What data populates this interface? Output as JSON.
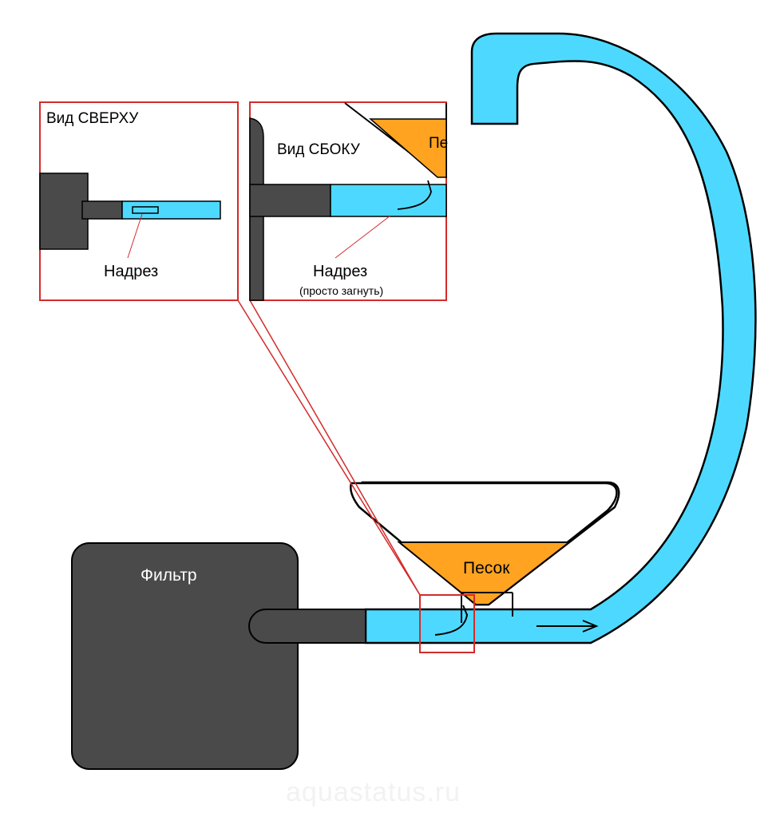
{
  "labels": {
    "filter": "Фильтр",
    "sand_main": "Песок",
    "sand_inset": "Пе",
    "top_view_title": "Вид СВЕРХУ",
    "side_view_title": "Вид СБОКУ",
    "cut_top": "Надрез",
    "cut_side": "Надрез",
    "cut_side_note": "(просто загнуть)",
    "watermark": "aquastatus.ru"
  },
  "colors": {
    "pipe_water": "#4dd9ff",
    "filter_body": "#4a4a4a",
    "sand": "#ffa321",
    "callout": "#d32b2b",
    "outline": "#000000"
  }
}
